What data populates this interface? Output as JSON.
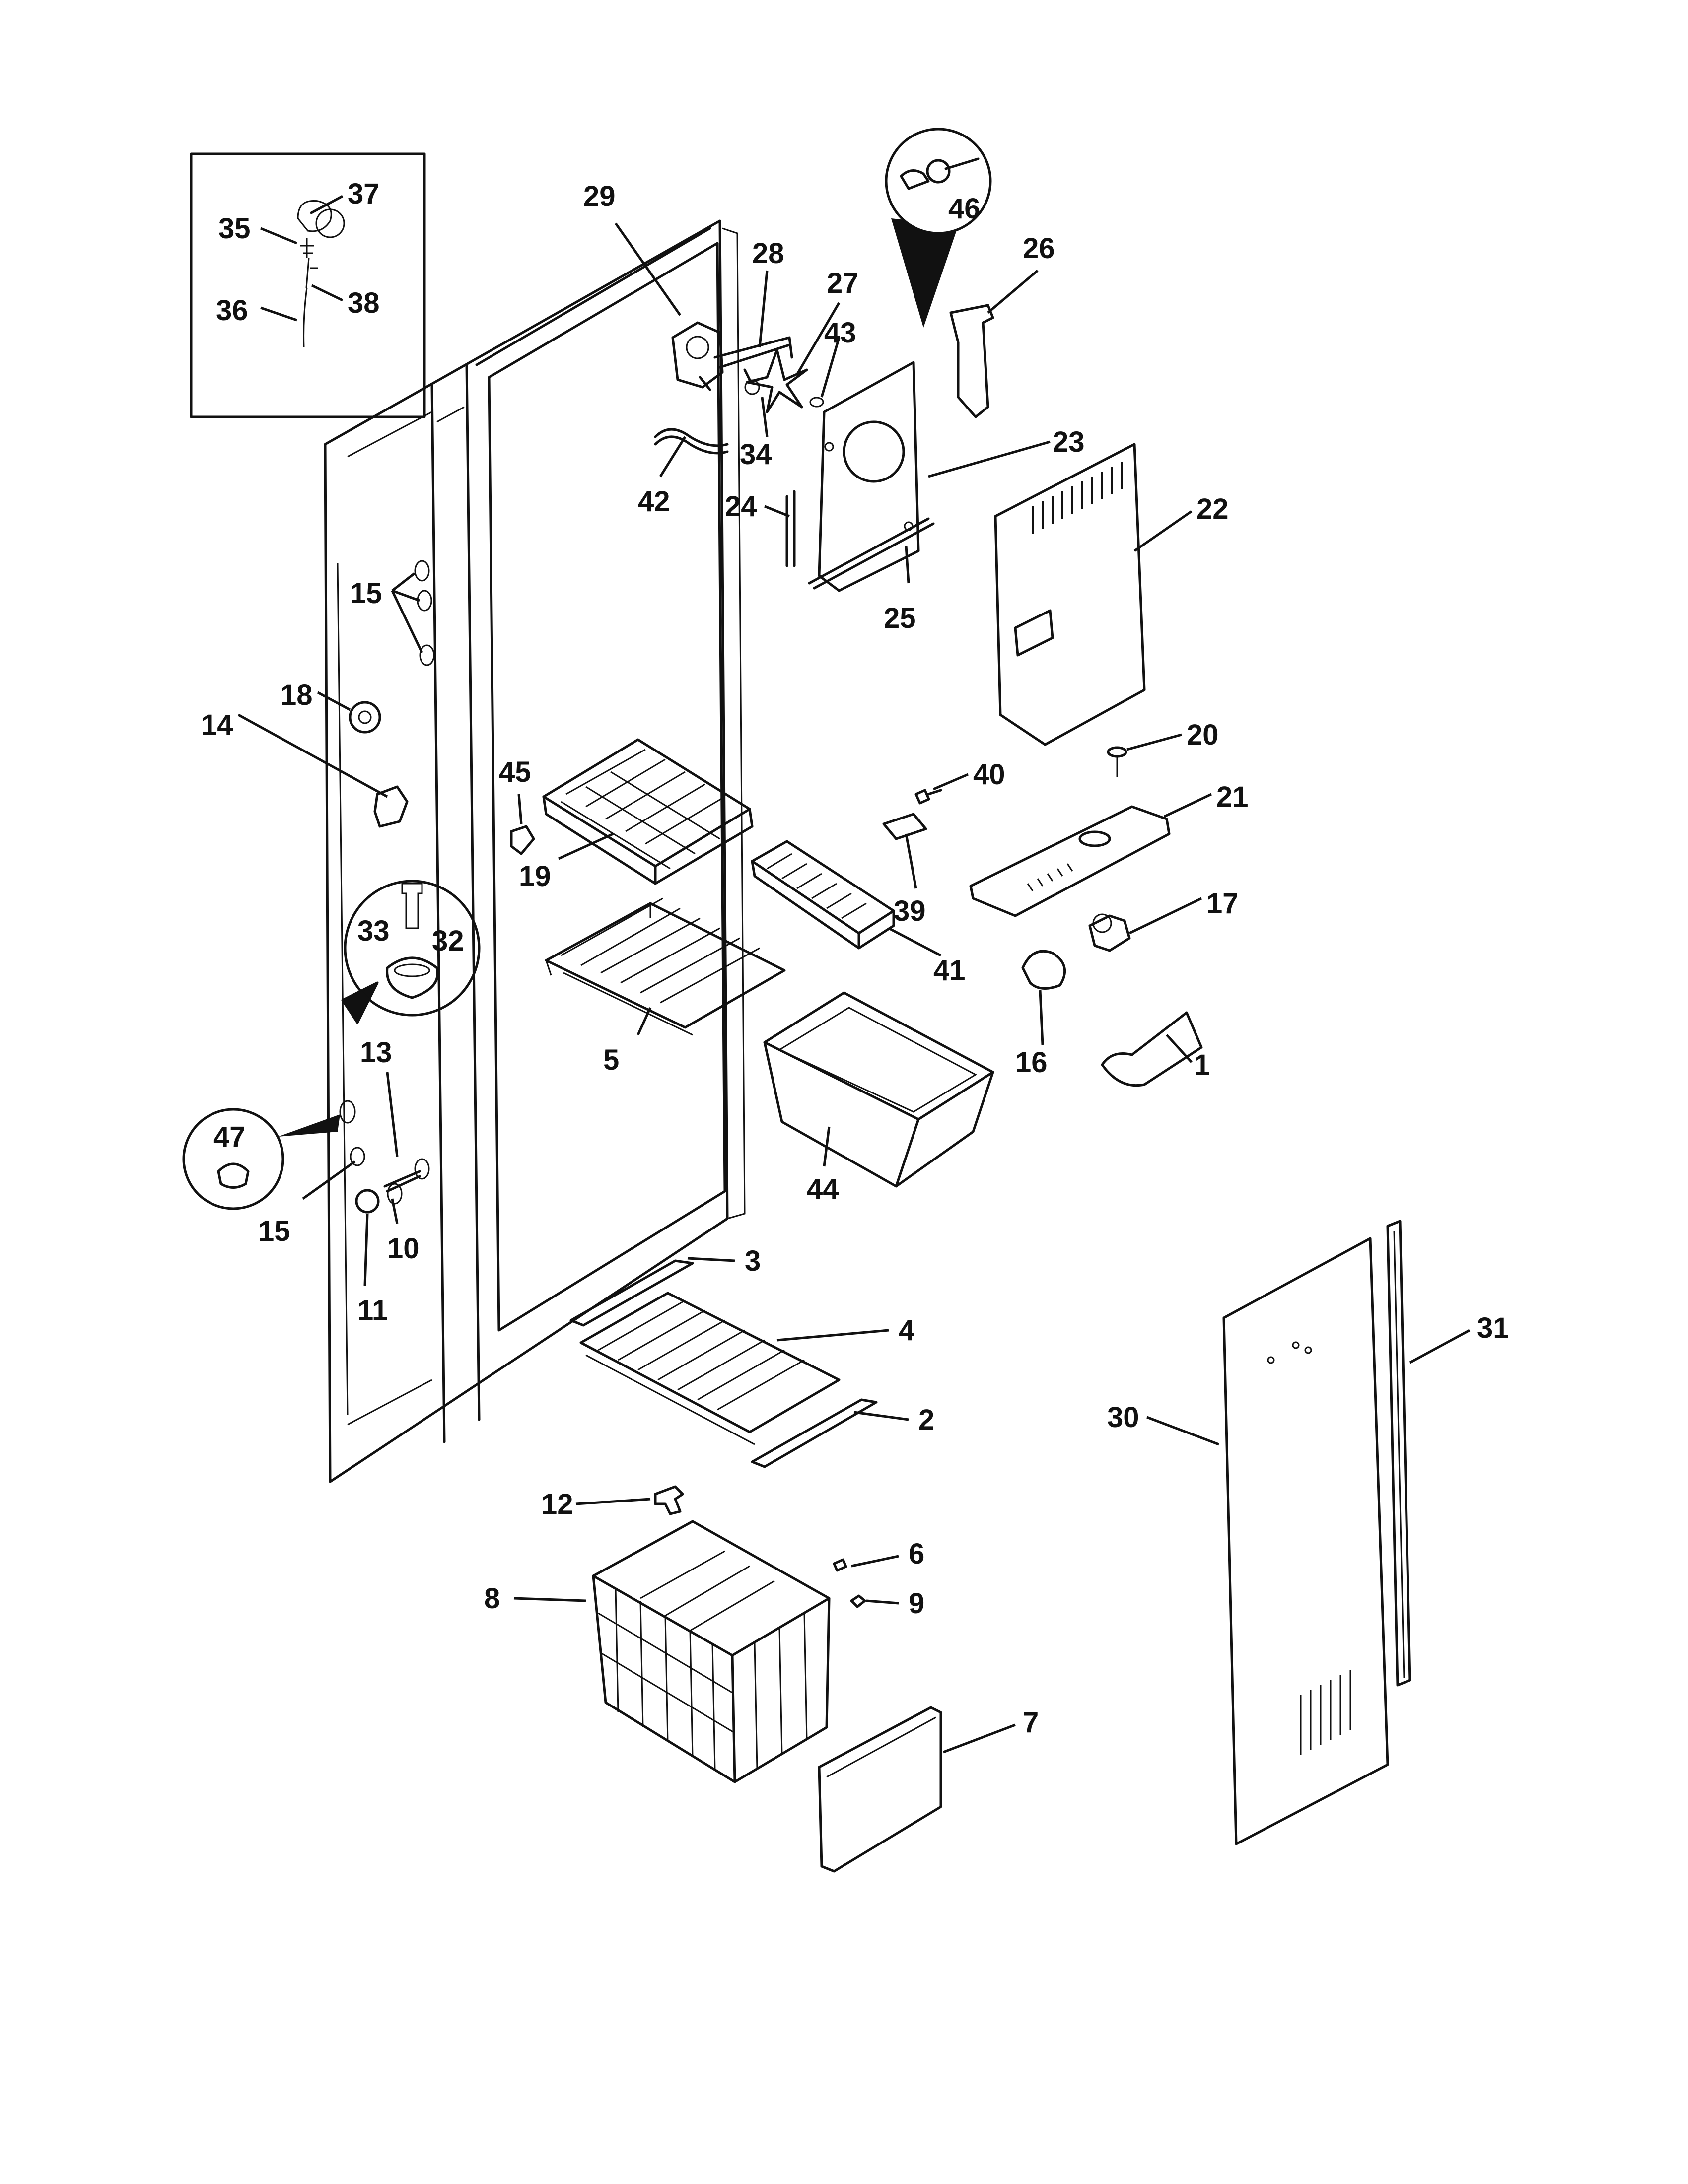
{
  "diagram": {
    "type": "exploded-parts-diagram",
    "labels": [
      {
        "id": "1",
        "text": "1"
      },
      {
        "id": "2",
        "text": "2"
      },
      {
        "id": "3",
        "text": "3"
      },
      {
        "id": "4",
        "text": "4"
      },
      {
        "id": "5",
        "text": "5"
      },
      {
        "id": "6",
        "text": "6"
      },
      {
        "id": "7",
        "text": "7"
      },
      {
        "id": "8",
        "text": "8"
      },
      {
        "id": "9",
        "text": "9"
      },
      {
        "id": "10",
        "text": "10"
      },
      {
        "id": "11",
        "text": "11"
      },
      {
        "id": "12",
        "text": "12"
      },
      {
        "id": "13",
        "text": "13"
      },
      {
        "id": "14",
        "text": "14"
      },
      {
        "id": "15a",
        "text": "15"
      },
      {
        "id": "15b",
        "text": "15"
      },
      {
        "id": "16",
        "text": "16"
      },
      {
        "id": "17",
        "text": "17"
      },
      {
        "id": "18",
        "text": "18"
      },
      {
        "id": "19",
        "text": "19"
      },
      {
        "id": "20",
        "text": "20"
      },
      {
        "id": "21",
        "text": "21"
      },
      {
        "id": "22",
        "text": "22"
      },
      {
        "id": "23",
        "text": "23"
      },
      {
        "id": "24",
        "text": "24"
      },
      {
        "id": "25",
        "text": "25"
      },
      {
        "id": "26",
        "text": "26"
      },
      {
        "id": "27",
        "text": "27"
      },
      {
        "id": "28",
        "text": "28"
      },
      {
        "id": "29",
        "text": "29"
      },
      {
        "id": "30",
        "text": "30"
      },
      {
        "id": "31",
        "text": "31"
      },
      {
        "id": "32",
        "text": "32"
      },
      {
        "id": "33",
        "text": "33"
      },
      {
        "id": "34",
        "text": "34"
      },
      {
        "id": "35",
        "text": "35"
      },
      {
        "id": "36",
        "text": "36"
      },
      {
        "id": "37",
        "text": "37"
      },
      {
        "id": "38",
        "text": "38"
      },
      {
        "id": "39",
        "text": "39"
      },
      {
        "id": "40",
        "text": "40"
      },
      {
        "id": "41",
        "text": "41"
      },
      {
        "id": "42",
        "text": "42"
      },
      {
        "id": "43",
        "text": "43"
      },
      {
        "id": "44",
        "text": "44"
      },
      {
        "id": "45",
        "text": "45"
      },
      {
        "id": "46",
        "text": "46"
      },
      {
        "id": "47",
        "text": "47"
      }
    ]
  }
}
